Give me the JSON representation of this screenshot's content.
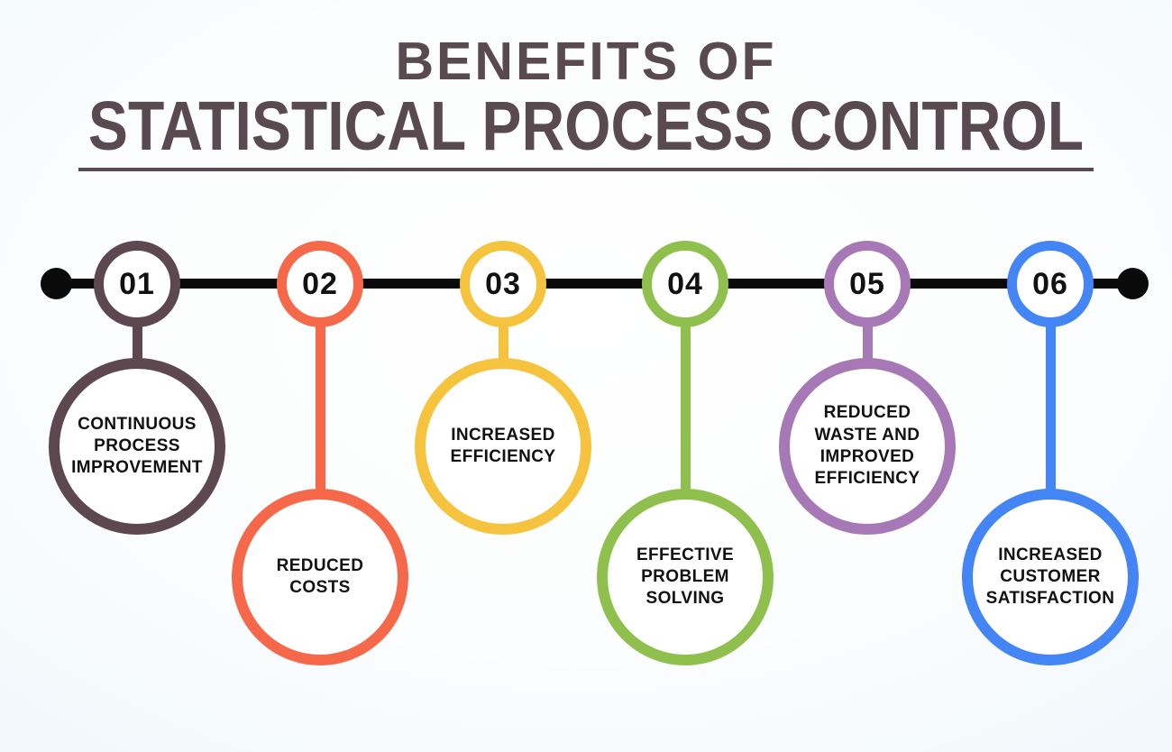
{
  "title": {
    "line1": "BENEFITS OF",
    "line2": "STATISTICAL PROCESS CONTROL"
  },
  "colors": {
    "title_text": "#584A4E",
    "timeline_line": "#0A0A0A",
    "background_edge": "#CFE7F6",
    "background_center": "#FFFFFF",
    "circle_fill": "#FFFFFF",
    "number_text": "#111111",
    "label_text": "#111111"
  },
  "timeline": {
    "items": [
      {
        "number": "01",
        "label_lines": [
          "CONTINUOUS",
          "PROCESS",
          "IMPROVEMENT"
        ],
        "color": "#5C484E",
        "position": "up"
      },
      {
        "number": "02",
        "label_lines": [
          "REDUCED",
          "COSTS"
        ],
        "color": "#F6684A",
        "position": "down"
      },
      {
        "number": "03",
        "label_lines": [
          "INCREASED",
          "EFFICIENCY"
        ],
        "color": "#F5C33D",
        "position": "up"
      },
      {
        "number": "04",
        "label_lines": [
          "EFFECTIVE",
          "PROBLEM",
          "SOLVING"
        ],
        "color": "#8FC04E",
        "position": "down"
      },
      {
        "number": "05",
        "label_lines": [
          "REDUCED",
          "WASTE AND",
          "IMPROVED",
          "EFFICIENCY"
        ],
        "color": "#A678B5",
        "position": "up"
      },
      {
        "number": "06",
        "label_lines": [
          "INCREASED",
          "CUSTOMER",
          "SATISFACTION"
        ],
        "color": "#4385F4",
        "position": "down"
      }
    ],
    "column_centers_x": [
      152,
      355,
      558,
      760,
      962,
      1165
    ]
  }
}
